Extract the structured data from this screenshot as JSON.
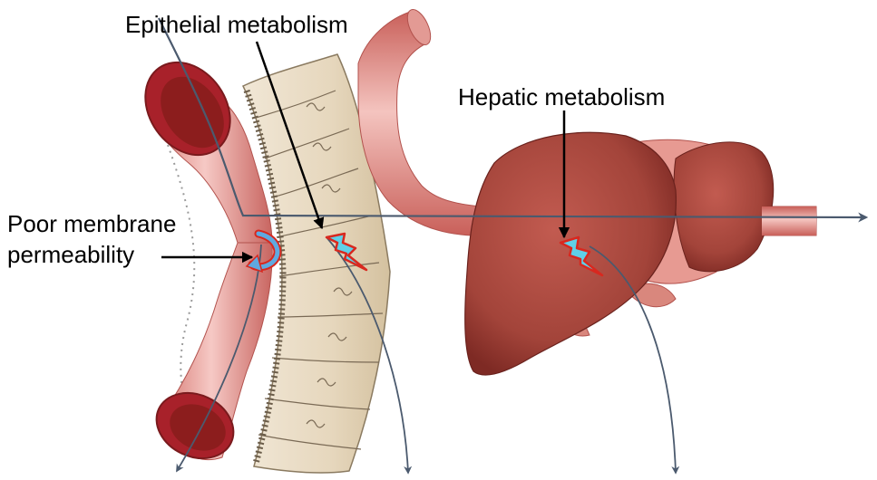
{
  "labels": {
    "epithelial": "Epithelial metabolism",
    "hepatic": "Hepatic metabolism",
    "poor_line1": "Poor membrane",
    "poor_line2": "permeability"
  },
  "colors": {
    "vessel_light": "#f2b7b4",
    "vessel_mid": "#cf6b66",
    "vessel_dark": "#8c1d1d",
    "liver": "#a8453c",
    "liver_dark": "#7e2a24",
    "epithelium": "#e8dcc6",
    "epithelium_edge": "#7a6a55",
    "pathway_arrow": "#4b5a6e",
    "bolt_fill": "#5fd0e8",
    "bolt_outline": "#d8281f",
    "pointer": "#000000"
  }
}
